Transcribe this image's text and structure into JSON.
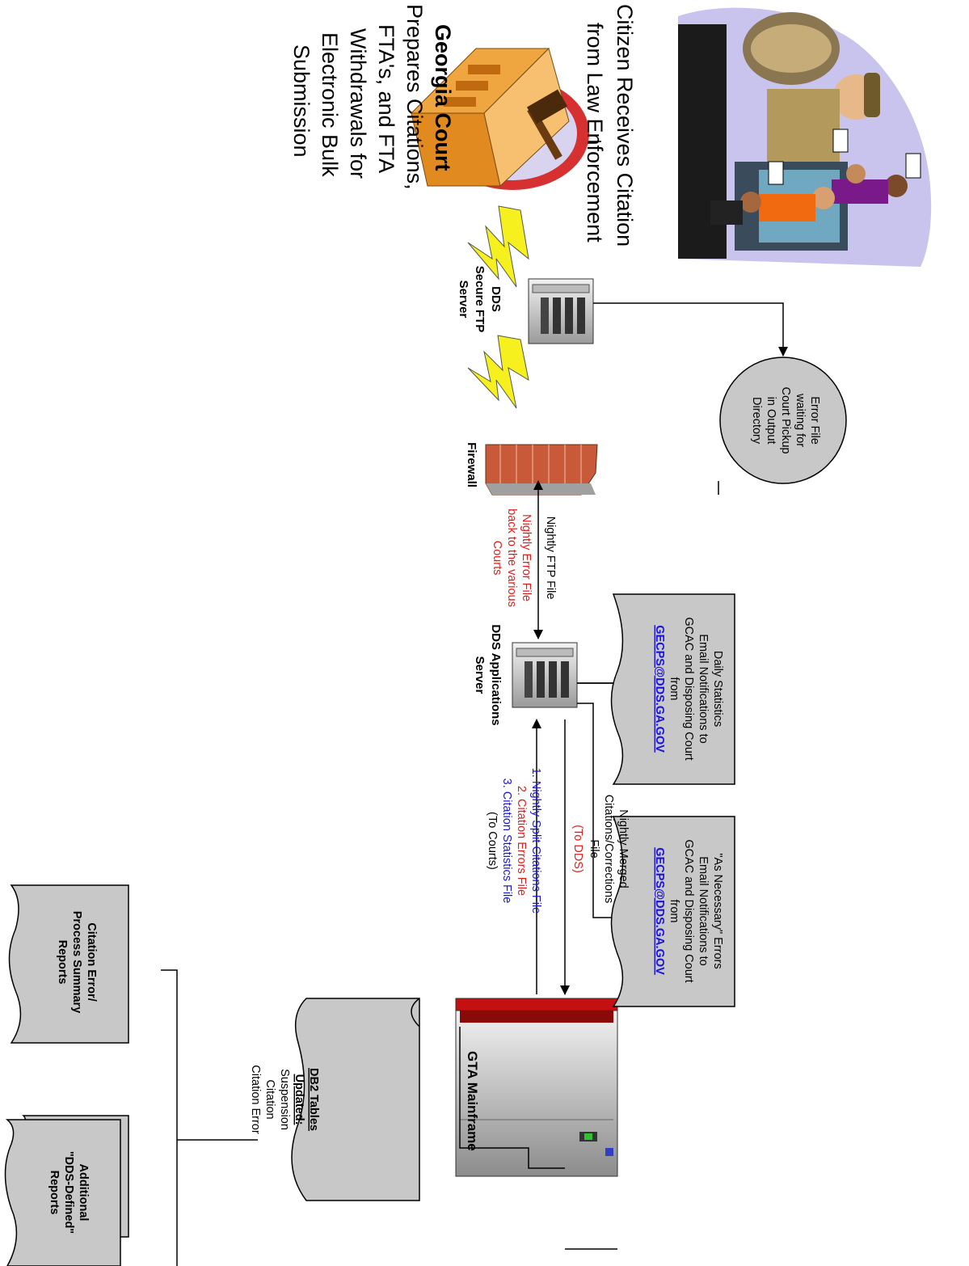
{
  "citizen": {
    "label_lines": [
      "Citizen Receives Citation",
      "from Law Enforcement"
    ]
  },
  "court": {
    "title": "Georgia Court",
    "desc_lines": [
      "Prepares Citations,",
      "FTA's, and FTA",
      "Withdrawals for",
      "Electronic Bulk",
      "Submission"
    ]
  },
  "ftp_server": {
    "label_lines": [
      "DDS",
      "Secure FTP",
      "Server"
    ]
  },
  "error_file": {
    "lines": [
      "Error File",
      "waiting for",
      "Court Pickup",
      "in Output",
      "Directory"
    ]
  },
  "firewall": {
    "label": "Firewall"
  },
  "nightly_ftp": {
    "label": "Nightly FTP File"
  },
  "nightly_error": {
    "lines": [
      "Nightly Error File",
      "back to the various",
      "Courts"
    ]
  },
  "app_server": {
    "label_lines": [
      "DDS Applications",
      "Server"
    ]
  },
  "daily_stats": {
    "lines": [
      "Daily Statistics",
      "Email Notifications to",
      "GCAC and Disposing Court",
      "from"
    ],
    "email": "GECPS@DDS.GA.GOV"
  },
  "errors_notice": {
    "lines": [
      "\"As Necessary\" Errors",
      "Email Notifications to",
      "GCAC and Disposing Court",
      "from"
    ],
    "email": "GECPS@DDS.GA.GOV"
  },
  "merged_file": {
    "lines": [
      "Nightly Merged",
      "Citations/Corrections",
      "File"
    ],
    "to_dds": "(To DDS)"
  },
  "return_files": {
    "item1": "1. Nightly Split Citations File",
    "item2": "2. Citation Errors File",
    "item3": "3. Citation Statistics File",
    "to_courts": "(To Courts)"
  },
  "mainframe": {
    "label": "GTA Mainframe"
  },
  "db2": {
    "title": "DB2 Tables",
    "updated": "Updated:",
    "tables": [
      "Suspension",
      "Citation",
      "Citation Error"
    ]
  },
  "report1": {
    "lines": [
      "Citation Error/",
      "Process Summary",
      "Reports"
    ]
  },
  "report2": {
    "lines": [
      "Additional",
      "\"DDS-Defined\"",
      "Reports"
    ]
  },
  "colors": {
    "red_text": "#e01b1b",
    "blue_text": "#1a14d6",
    "lightning": "#f5f01e",
    "brick": "#c85a3a",
    "mainframe_top": "#c41010",
    "document_fill": "#c8c8c8"
  },
  "icons": [
    "police-officer-icon",
    "court-building-icon",
    "gavel-icon",
    "server-icon",
    "firewall-icon",
    "lightning-icon",
    "mainframe-icon",
    "database-icon"
  ]
}
